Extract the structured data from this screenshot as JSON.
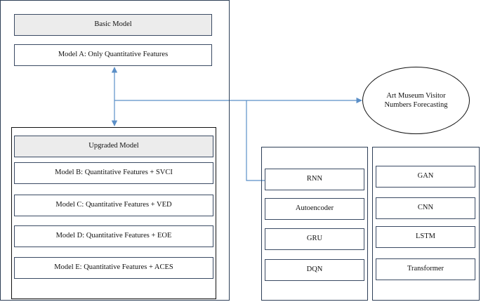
{
  "basic": {
    "header": "Basic Model",
    "model_a": "Model A: Only Quantitative Features"
  },
  "upgraded": {
    "header": "Upgraded Model",
    "models": [
      "Model B: Quantitative Features + SVCI",
      "Model C: Quantitative Features + VED",
      "Model D: Quantitative Features + EOE",
      "Model E: Quantitative Features + ACES"
    ]
  },
  "target": "Art Museum Visitor Numbers Forecasting",
  "methods_left": [
    "RNN",
    "Autoencoder",
    "GRU",
    "DQN"
  ],
  "methods_right": [
    "GAN",
    "CNN",
    "LSTM",
    "Transformer"
  ],
  "colors": {
    "frame": "#2e3f57",
    "arrow": "#5b8fc7",
    "header_fill": "#ececec"
  }
}
